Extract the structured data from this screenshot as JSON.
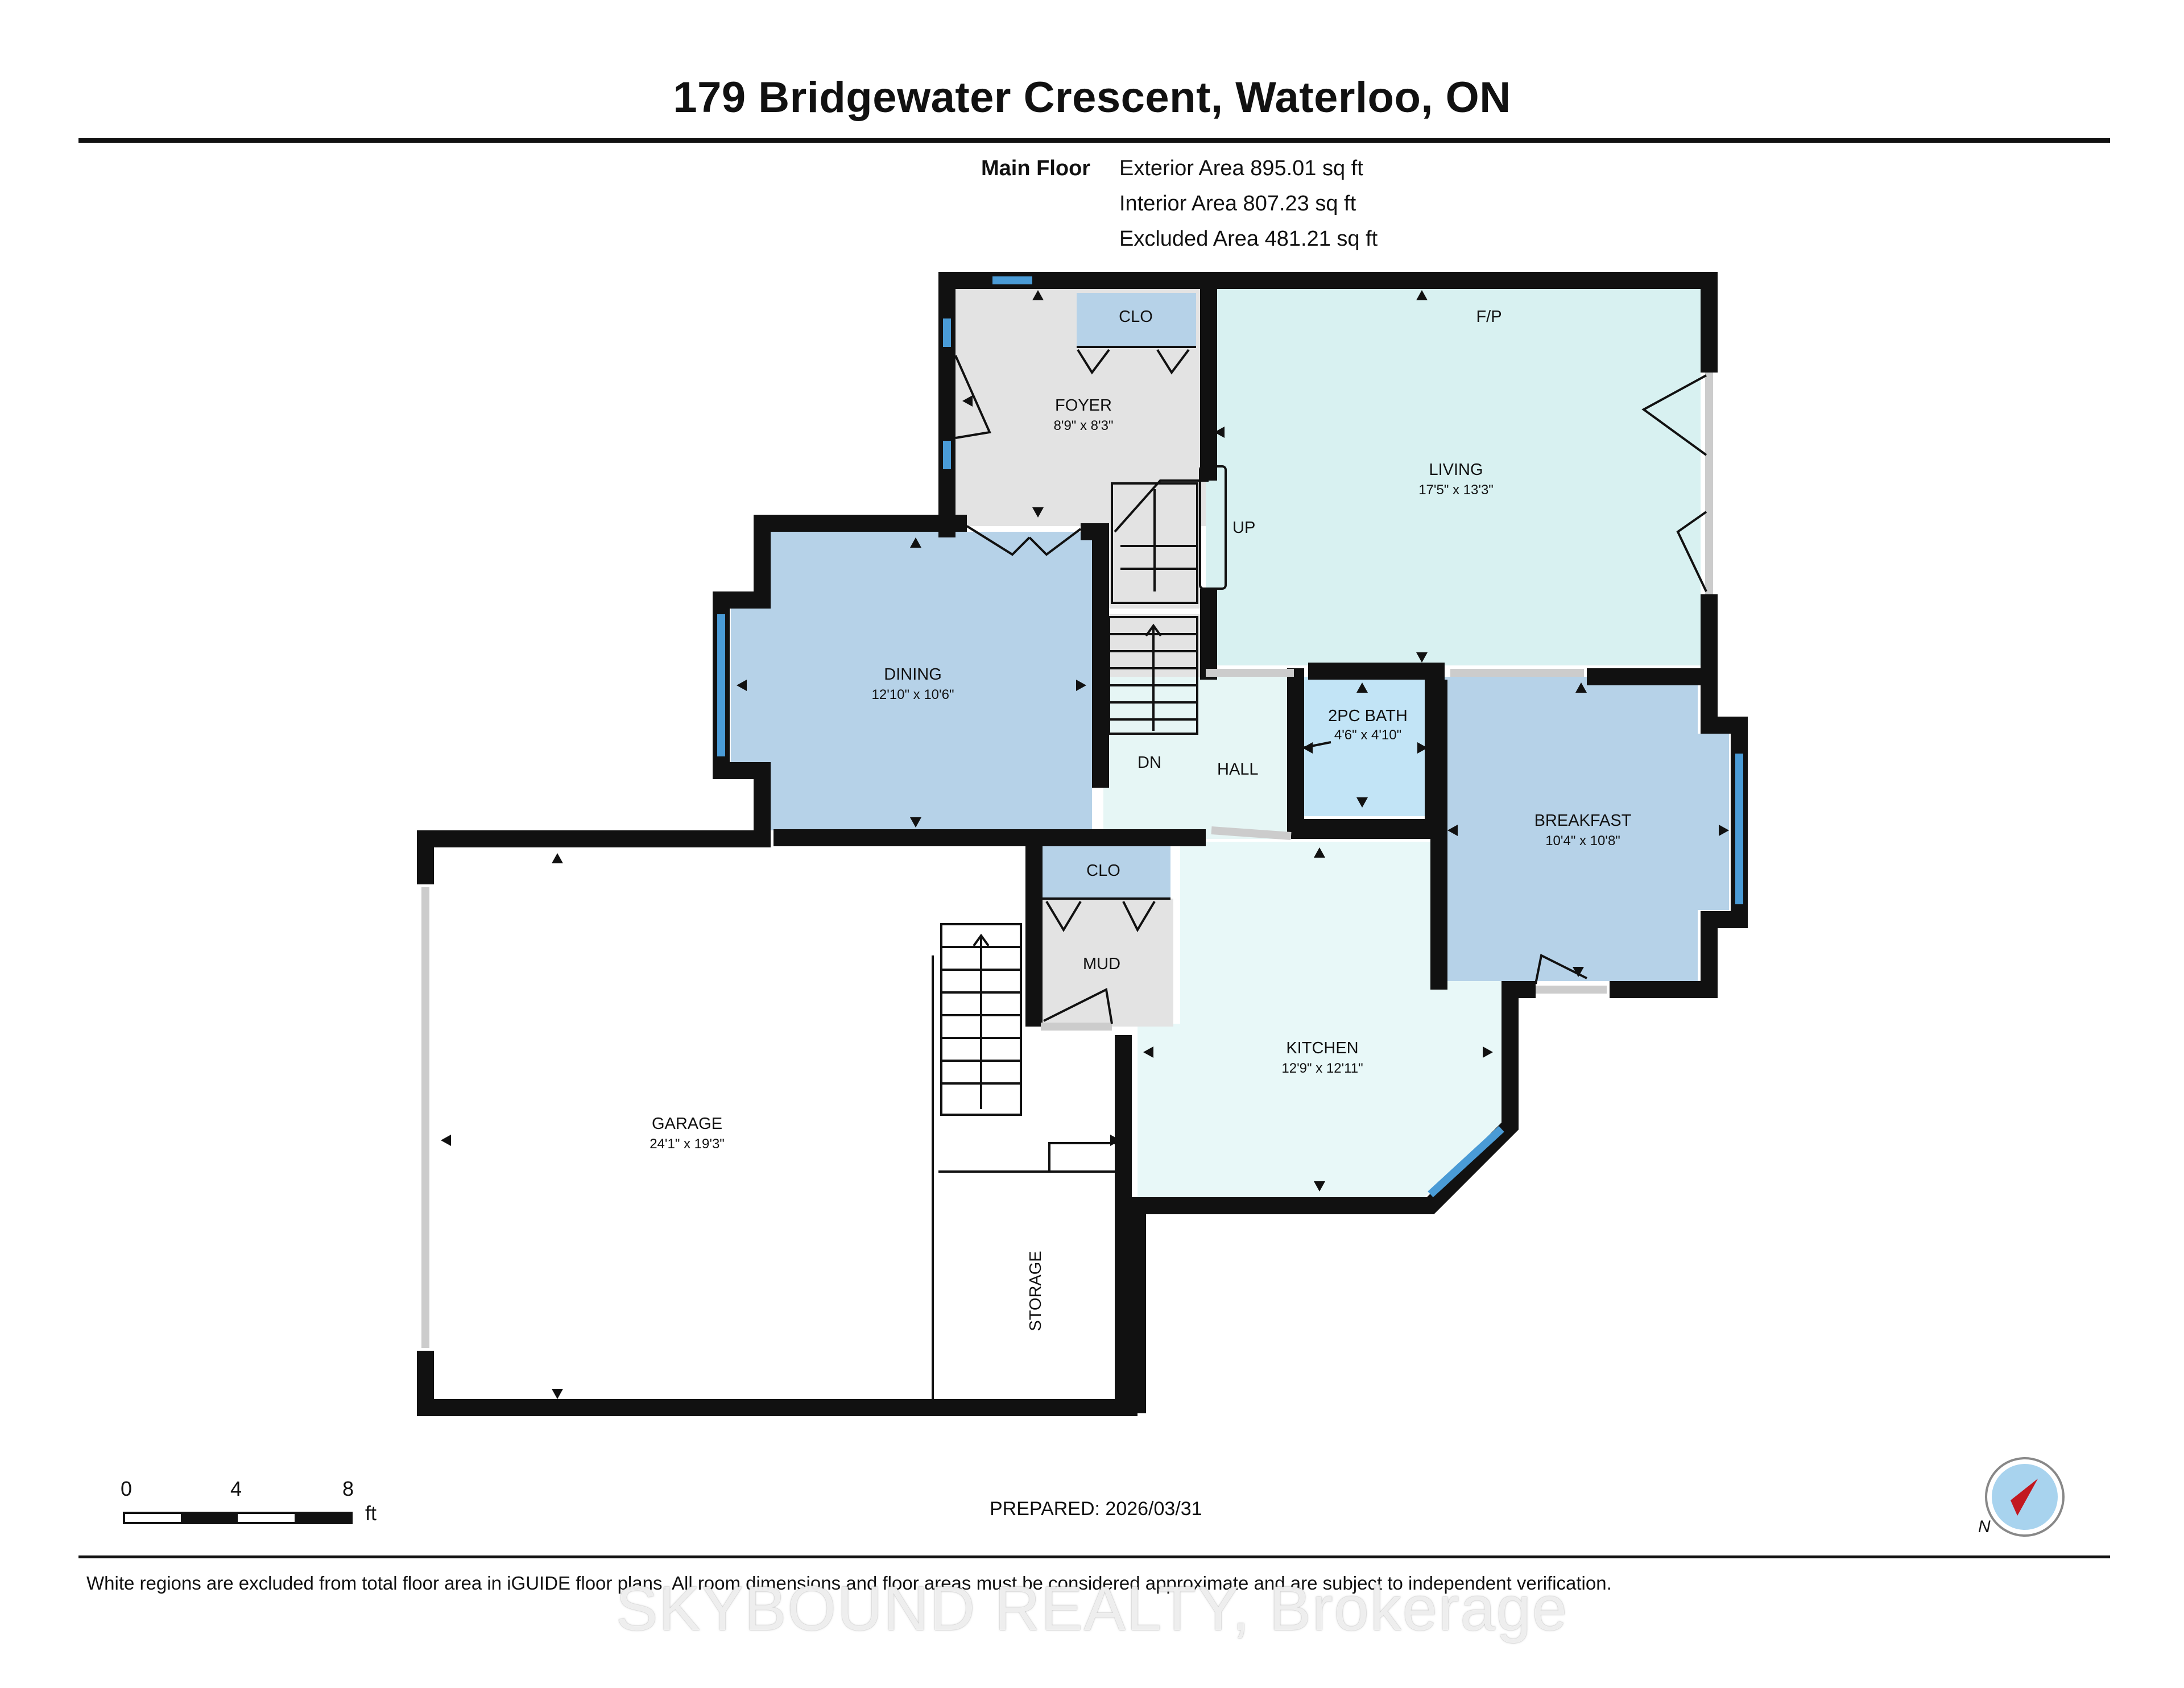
{
  "title": "179 Bridgewater Crescent, Waterloo, ON",
  "floor": {
    "name": "Main Floor",
    "areas": [
      "Exterior Area 895.01 sq ft",
      "Interior Area 807.23 sq ft",
      "Excluded Area 481.21 sq ft"
    ]
  },
  "rooms": {
    "foyer": {
      "name": "FOYER",
      "dim": "8'9\" x 8'3\""
    },
    "living": {
      "name": "LIVING",
      "dim": "17'5\" x 13'3\""
    },
    "dining": {
      "name": "DINING",
      "dim": "12'10\" x 10'6\""
    },
    "bath": {
      "name": "2PC BATH",
      "dim": "4'6\" x 4'10\""
    },
    "breakfast": {
      "name": "BREAKFAST",
      "dim": "10'4\" x 10'8\""
    },
    "kitchen": {
      "name": "KITCHEN",
      "dim": "12'9\" x 12'11\""
    },
    "garage": {
      "name": "GARAGE",
      "dim": "24'1\" x 19'3\""
    }
  },
  "labels": {
    "clo_top": "CLO",
    "clo_mud": "CLO",
    "fp": "F/P",
    "up": "UP",
    "dn": "DN",
    "hall": "HALL",
    "mud": "MUD",
    "storage": "STORAGE"
  },
  "scale": {
    "ticks": [
      "0",
      "4",
      "8"
    ],
    "unit": "ft"
  },
  "prepared": "PREPARED: 2026/03/31",
  "disclaimer": "White regions are excluded from total floor area in iGUIDE floor plans. All room dimensions and floor areas must be considered approximate and are subject to independent verification.",
  "watermark": "SKYBOUND REALTY, Brokerage",
  "compass_label": "N",
  "colors": {
    "wall": "#111111",
    "foyer": "#e3e3e3",
    "living": "#d8f1f1",
    "dining": "#b6d2e8",
    "bath": "#c2e4f6",
    "breakfast": "#b6d2e8",
    "kitchen": "#e8f8f8",
    "hall": "#e6f6f5",
    "closet": "#b6d2e8",
    "mud": "#e3e3e3",
    "window": "#4a9bd6",
    "compass_arrow": "#e8202a"
  }
}
